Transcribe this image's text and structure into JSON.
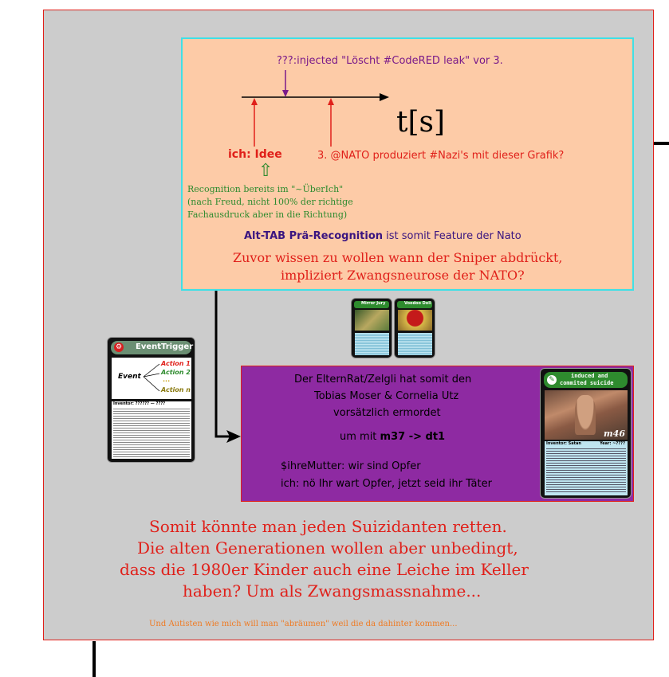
{
  "timeline": {
    "injected_label": "???:injected \"Löscht #CodeRED leak\" vor 3.",
    "axis_label": "t[s]",
    "idea_label": "ich: Idee",
    "nato_label": "3. @NATO produziert #Nazi's mit dieser Grafik?",
    "up_arrow_glyph": "⇧"
  },
  "recognition": {
    "line1": "Recognition bereits im \"~ÜberIch\"",
    "line2": "(nach Freud, nicht 100% der richtige",
    "line3": "Fachausdruck aber in die Richtung)"
  },
  "alt_tab": {
    "bold": "Alt-TAB Prä-Recognition",
    "rest": " ist somit Feature der Nato"
  },
  "sniper": {
    "line1": "Zuvor wissen zu wollen wann der Sniper abdrückt,",
    "line2": "impliziert Zwangsneurose der NATO?"
  },
  "purple": {
    "line1": "Der ElternRat/Zelgli hat somit den",
    "line2": "Tobias Moser & Cornelia Utz",
    "line3": "vorsätzlich ermordet",
    "um_prefix": "um mit ",
    "um_bold": "m37 -> dt1",
    "mutter": "$ihreMutter: wir sind Opfer",
    "ich": "ich: nö Ihr wart Opfer, jetzt seid ihr Täter"
  },
  "bottom": {
    "line1": "Somit könnte man jeden Suizidanten retten.",
    "line2": "Die alten Generationen wollen aber unbedingt,",
    "line3": "dass die 1980er Kinder auch eine Leiche im Keller",
    "line4": "haben? Um als Zwangsmassnahme...",
    "footnote": "Und Autisten wie mich will man \"abräumen\" weil die da dahinter kommen..."
  },
  "event_card": {
    "title": "EventTrigger",
    "event": "Event",
    "action1": "Action 1",
    "action2": "Action 2",
    "dots": "...",
    "actionn": "Action n",
    "inventor": "Inventor: ??????  — ????"
  },
  "suicide_card": {
    "title1": "induced and",
    "title2": "commited suicide",
    "stamp": "m46",
    "inventor": "Inventor: Satan",
    "year": "Year: ~????"
  },
  "mini_cards": {
    "left_title": "Mirror Jury",
    "right_title": "Voodoo Doll"
  },
  "colors": {
    "red": "#e0201a",
    "purple": "#8e2aa2",
    "peach": "#fdcba7",
    "cyan": "#3fe0e6",
    "gray": "#cccccc",
    "green": "#2e8b2e",
    "dark_purple": "#3a1580",
    "orange": "#ef7a22"
  }
}
